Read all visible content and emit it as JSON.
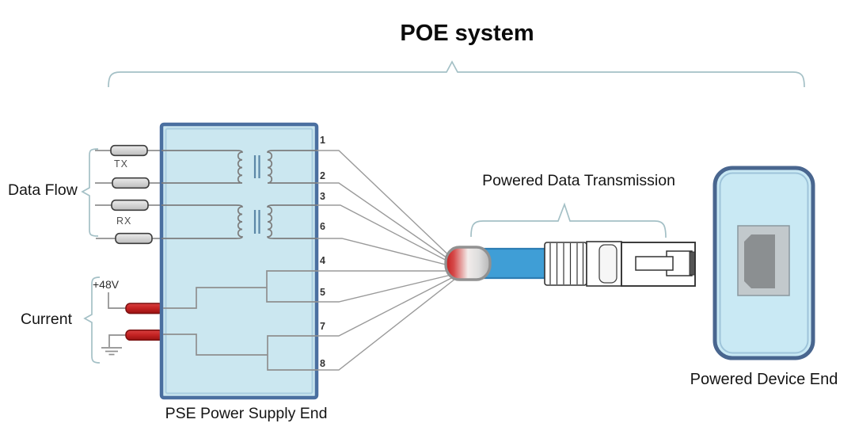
{
  "title": "POE system",
  "diagram": {
    "data_flow_label": "Data Flow",
    "current_label": "Current",
    "tx_label": "TX",
    "rx_label": "RX",
    "voltage_label": "+48V",
    "pse_label": "PSE Power Supply End",
    "transmission_label": "Powered Data Transmission",
    "device_label": "Powered Device End",
    "pins": [
      "1",
      "2",
      "3",
      "6",
      "4",
      "5",
      "7",
      "8"
    ]
  },
  "colors": {
    "pse_box_fill": "#cbe7f0",
    "pse_box_border": "#4a6fa0",
    "cable_blue": "#3f9ed6",
    "component_red": "#c32222",
    "wire_gray": "#9a9a9a",
    "brace_teal": "#a4c0c6",
    "device_fill": "#c9e9f4",
    "device_border": "#49668f",
    "jack_gray": "#8b8f91"
  }
}
